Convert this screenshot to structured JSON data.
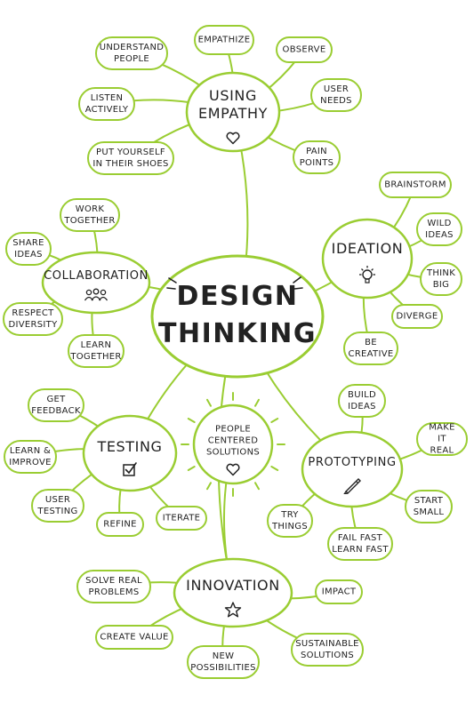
{
  "center": {
    "line1": "DESIGN",
    "line2": "THINKING"
  },
  "colors": {
    "stroke": "#9acd32",
    "text": "#222222",
    "background": "#ffffff"
  },
  "hubs": {
    "empathy": {
      "label": "USING\nEMPATHY",
      "icon": "heart-icon"
    },
    "ideation": {
      "label": "IDEATION",
      "icon": "lightbulb-icon"
    },
    "collaboration": {
      "label": "COLLABORATION",
      "icon": "people-icon"
    },
    "testing": {
      "label": "TESTING",
      "icon": "checkbox-icon"
    },
    "prototyping": {
      "label": "PROTOTYPING",
      "icon": "pencil-icon"
    },
    "innovation": {
      "label": "INNOVATION",
      "icon": "star-icon"
    },
    "people": {
      "label": "PEOPLE\nCENTERED\nSOLUTIONS",
      "icon": "heart-icon"
    }
  },
  "leaves": {
    "empathize": "EMPATHIZE",
    "understand": "UNDERSTAND\nPEOPLE",
    "observe": "OBSERVE",
    "listen": "LISTEN\nACTIVELY",
    "user_needs": "USER\nNEEDS",
    "put_yourself": "PUT YOURSELF\nIN THEIR SHOES",
    "pain_points": "PAIN\nPOINTS",
    "brainstorm": "BRAINSTORM",
    "wild_ideas": "WILD\nIDEAS",
    "think_big": "THINK\nBIG",
    "diverge": "DIVERGE",
    "be_creative": "BE\nCREATIVE",
    "work_together": "WORK\nTOGETHER",
    "share_ideas": "SHARE\nIDEAS",
    "respect_diversity": "RESPECT\nDIVERSITY",
    "learn_together": "LEARN\nTOGETHER",
    "get_feedback": "GET\nFEEDBACK",
    "learn_improve": "LEARN &\nIMPROVE",
    "user_testing": "USER\nTESTING",
    "refine": "REFINE",
    "iterate": "ITERATE",
    "build_ideas": "BUILD\nIDEAS",
    "make_it_real": "MAKE IT\nREAL",
    "start_small": "START\nSMALL",
    "try_things": "TRY\nTHINGS",
    "fail_fast": "FAIL FAST\nLEARN FAST",
    "solve_real": "SOLVE REAL\nPROBLEMS",
    "impact": "IMPACT",
    "create_value": "CREATE VALUE",
    "sustainable": "SUSTAINABLE\nSOLUTIONS",
    "new_possibilities": "NEW\nPOSSIBILITIES"
  }
}
